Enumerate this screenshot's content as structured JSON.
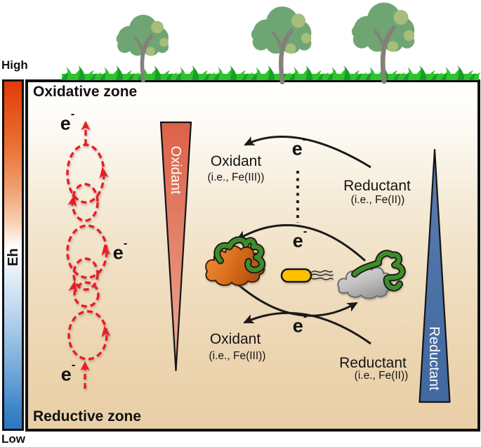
{
  "colors": {
    "electron_loop_red": "#EC1B23",
    "arrow_black": "#1A1A1A",
    "bacterium_yellow": "#FFC000",
    "organic_matter_green": "#3E8C28",
    "grass_bright": "#2FC32F",
    "grass_dark": "#189E28",
    "tree_canopy": "#6FA573",
    "tree_canopy_light": "#A6BD7C",
    "tree_trunk": "#85807A",
    "oxidant_triangle": "#DD6349",
    "oxidant_triangle_tip": "#EDAC9A",
    "reductant_triangle": "#41689F",
    "eh_high_color": "#E8400C",
    "eh_low_color": "#2A77C1",
    "soil_deep": "#E9CFA6"
  },
  "eh_scale": {
    "high": "High",
    "low": "Low",
    "axis": "Eh"
  },
  "zones": {
    "oxidative": "Oxidative zone",
    "reductive": "Reductive zone"
  },
  "triangles": {
    "oxidant": "Oxidant",
    "reductant": "Reductant"
  },
  "electron": {
    "base": "e",
    "sup": "-"
  },
  "redox": {
    "upper": {
      "oxidant": "Oxidant",
      "oxidant_example": "(i.e., Fe(III))",
      "reductant": "Reductant",
      "reductant_example": "(i.e., Fe(II))"
    },
    "lower": {
      "oxidant": "Oxidant",
      "oxidant_example": "(i.e., Fe(III))",
      "reductant": "Reductant",
      "reductant_example": "(i.e., Fe(II))"
    }
  }
}
